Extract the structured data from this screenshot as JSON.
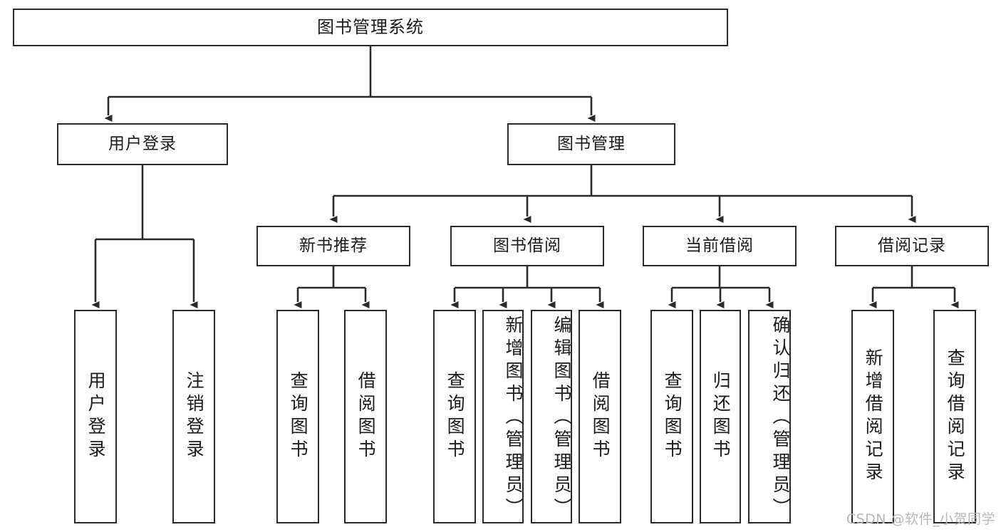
{
  "diagram": {
    "type": "tree-hierarchy",
    "title": "图书管理系统",
    "root": {
      "id": "root",
      "label": "图书管理系统"
    },
    "level1": [
      {
        "id": "user-login",
        "label": "用户登录"
      },
      {
        "id": "book-manage",
        "label": "图书管理"
      }
    ],
    "level2": [
      {
        "id": "new-book-rec",
        "label": "新书推荐",
        "parent": "book-manage"
      },
      {
        "id": "book-borrow",
        "label": "图书借阅",
        "parent": "book-manage"
      },
      {
        "id": "current-borrow",
        "label": "当前借阅",
        "parent": "book-manage"
      },
      {
        "id": "borrow-record",
        "label": "借阅记录",
        "parent": "book-manage"
      }
    ],
    "leaves": [
      {
        "id": "leaf-user-login",
        "label": "用户登录",
        "parent": "user-login"
      },
      {
        "id": "leaf-logout",
        "label": "注销登录",
        "parent": "user-login"
      },
      {
        "id": "leaf-query-book-1",
        "label": "查询图书",
        "parent": "new-book-rec"
      },
      {
        "id": "leaf-borrow-book-1",
        "label": "借阅图书",
        "parent": "new-book-rec"
      },
      {
        "id": "leaf-query-book-2",
        "label": "查询图书",
        "parent": "book-borrow"
      },
      {
        "id": "leaf-add-book",
        "label": "新增图书（管理员）",
        "parent": "book-borrow"
      },
      {
        "id": "leaf-edit-book",
        "label": "编辑图书（管理员）",
        "parent": "book-borrow"
      },
      {
        "id": "leaf-borrow-book-2",
        "label": "借阅图书",
        "parent": "book-borrow"
      },
      {
        "id": "leaf-query-book-3",
        "label": "查询图书",
        "parent": "current-borrow"
      },
      {
        "id": "leaf-return-book",
        "label": "归还图书",
        "parent": "current-borrow"
      },
      {
        "id": "leaf-confirm-return",
        "label": "确认归还（管理员）",
        "parent": "current-borrow"
      },
      {
        "id": "leaf-add-record",
        "label": "新增借阅记录",
        "parent": "borrow-record"
      },
      {
        "id": "leaf-query-record",
        "label": "查询借阅记录",
        "parent": "borrow-record"
      }
    ],
    "colors": {
      "stroke": "#2b2b2b",
      "fill": "#ffffff",
      "text": "#1b1b1b",
      "watermark": "#b9b9b9"
    }
  },
  "watermark": {
    "text": "CSDN @软件_小贺同学"
  }
}
